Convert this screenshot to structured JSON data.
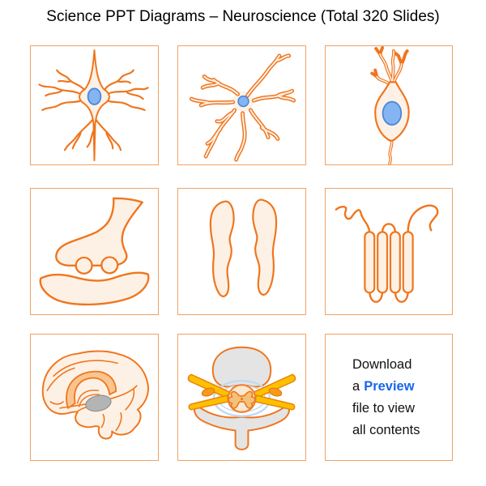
{
  "title": "Science PPT Diagrams – Neuroscience (Total 320 Slides)",
  "colors": {
    "cell_border": "#F0A264",
    "outline_orange": "#F0751D",
    "fill_peach": "#FDF1E5",
    "fill_peach_deep": "#F9C58F",
    "nucleus_fill": "#85B4F2",
    "nucleus_stroke": "#4A86D8",
    "gray_fill": "#E4E4E4",
    "gray_dark": "#B4B4B4",
    "dura_blue": "#BFDBF2",
    "nerve_yellow": "#FFC000",
    "butterfly_fill": "#F5C07A",
    "link_blue": "#1767E8"
  },
  "icons": [
    "multipolar-neuron-icon",
    "astrocyte-neuron-icon",
    "bipolar-neuron-icon",
    "synapse-icon",
    "thalamus-icon",
    "membrane-receptor-icon",
    "brain-sagittal-icon",
    "spinal-cord-cross-section-icon"
  ],
  "download": {
    "line1": "Download",
    "line2_prefix": "a",
    "preview_label": "Preview",
    "line3": "file to view",
    "line4": "all contents"
  }
}
